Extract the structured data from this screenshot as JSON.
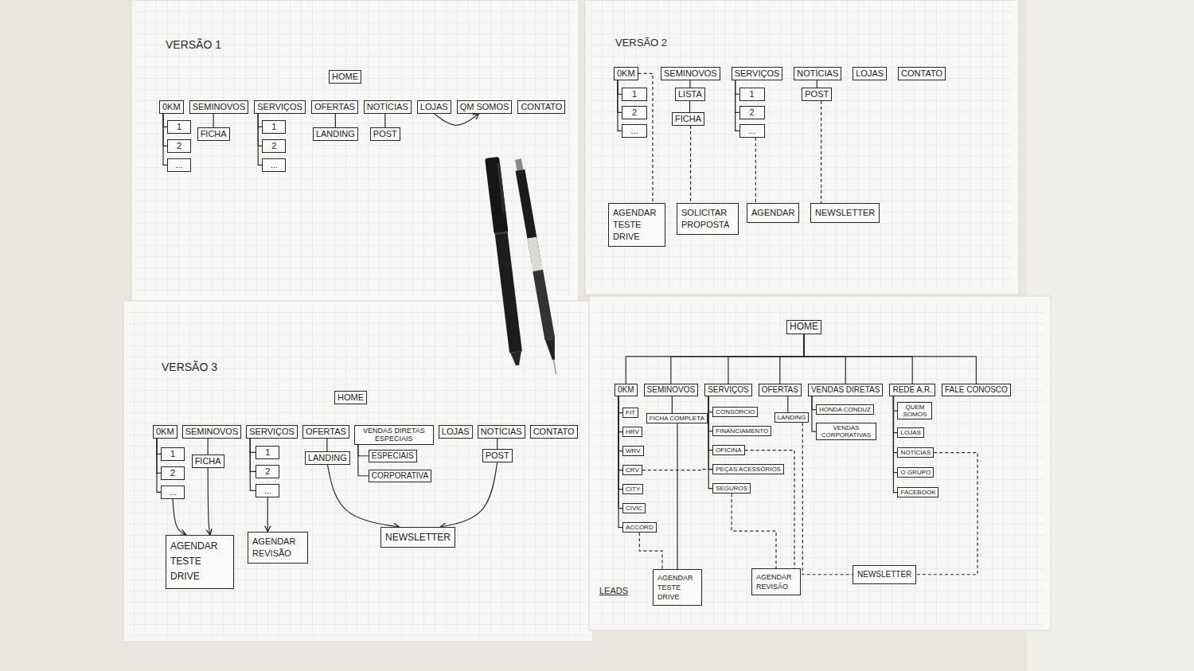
{
  "diagram": {
    "nodes": [
      {
        "text": [
          "HOME"
        ]
      },
      {
        "text": [
          "0KM"
        ]
      },
      {
        "text": [
          "SEMINOVOS"
        ]
      },
      {
        "text": [
          "SERVIÇOS"
        ]
      },
      {
        "text": [
          "OFERTAS"
        ]
      },
      {
        "text": [
          "NOTÍCIAS"
        ]
      },
      {
        "text": [
          "LOJAS"
        ]
      },
      {
        "text": [
          "QM SOMOS"
        ]
      },
      {
        "text": [
          "CONTATO"
        ]
      },
      {
        "text": [
          "1"
        ]
      },
      {
        "text": [
          "2"
        ]
      },
      {
        "text": [
          "..."
        ]
      },
      {
        "text": [
          "FICHA"
        ]
      },
      {
        "text": [
          "1"
        ]
      },
      {
        "text": [
          "2"
        ]
      },
      {
        "text": [
          "..."
        ]
      },
      {
        "text": [
          "LANDING"
        ]
      },
      {
        "text": [
          "POST"
        ]
      },
      {
        "text": [
          "0KM"
        ]
      },
      {
        "text": [
          "SEMINOVOS"
        ]
      },
      {
        "text": [
          "SERVIÇOS"
        ]
      },
      {
        "text": [
          "NOTÍCIAS"
        ]
      },
      {
        "text": [
          "LOJAS"
        ]
      },
      {
        "text": [
          "CONTATO"
        ]
      },
      {
        "text": [
          "1"
        ]
      },
      {
        "text": [
          "2"
        ]
      },
      {
        "text": [
          "..."
        ]
      },
      {
        "text": [
          "LISTA"
        ]
      },
      {
        "text": [
          "FICHA"
        ]
      },
      {
        "text": [
          "1"
        ]
      },
      {
        "text": [
          "2"
        ]
      },
      {
        "text": [
          "..."
        ]
      },
      {
        "text": [
          "POST"
        ]
      },
      {
        "text": [
          "AGENDAR TESTE DRIVE"
        ]
      },
      {
        "text": [
          "SOLICITAR PROPOSTA"
        ]
      },
      {
        "text": [
          "AGENDAR"
        ]
      },
      {
        "text": [
          "NEWSLETTER"
        ]
      },
      {
        "text": [
          "HOME"
        ]
      },
      {
        "text": [
          "0KM"
        ]
      },
      {
        "text": [
          "SEMINOVOS"
        ]
      },
      {
        "text": [
          "SERVIÇOS"
        ]
      },
      {
        "text": [
          "OFERTAS"
        ]
      },
      {
        "text": [
          "VENDAS DIRETAS ESPECIAIS"
        ]
      },
      {
        "text": [
          "LOJAS"
        ]
      },
      {
        "text": [
          "NOTÍCIAS"
        ]
      },
      {
        "text": [
          "CONTATO"
        ]
      },
      {
        "text": [
          "1"
        ]
      },
      {
        "text": [
          "2"
        ]
      },
      {
        "text": [
          "..."
        ]
      },
      {
        "text": [
          "FICHA"
        ]
      },
      {
        "text": [
          "1"
        ]
      },
      {
        "text": [
          "2"
        ]
      },
      {
        "text": [
          "..."
        ]
      },
      {
        "text": [
          "LANDING"
        ]
      },
      {
        "text": [
          "ESPECIAIS"
        ]
      },
      {
        "text": [
          "CORPORATIVA"
        ]
      },
      {
        "text": [
          "POST"
        ]
      },
      {
        "text": [
          "AGENDAR TESTE DRIVE"
        ]
      },
      {
        "text": [
          "AGENDAR REVISÃO"
        ]
      },
      {
        "text": [
          "NEWSLETTER"
        ]
      },
      {
        "text": [
          "HOME"
        ]
      },
      {
        "text": [
          "0KM"
        ]
      },
      {
        "text": [
          "SEMINOVOS"
        ]
      },
      {
        "text": [
          "SERVIÇOS"
        ]
      },
      {
        "text": [
          "OFERTAS"
        ]
      },
      {
        "text": [
          "VENDAS DIRETAS"
        ]
      },
      {
        "text": [
          "REDE A.R."
        ]
      },
      {
        "text": [
          "FALE CONOSCO"
        ]
      },
      {
        "text": [
          "FIT"
        ]
      },
      {
        "text": [
          "HRV"
        ]
      },
      {
        "text": [
          "WRV"
        ]
      },
      {
        "text": [
          "CRV"
        ]
      },
      {
        "text": [
          "CITY"
        ]
      },
      {
        "text": [
          "CIVIC"
        ]
      },
      {
        "text": [
          "ACCORD"
        ]
      },
      {
        "text": [
          "FICHA COMPLETA"
        ]
      },
      {
        "text": [
          "CONSÓRCIO"
        ]
      },
      {
        "text": [
          "FINANCIAMENTO"
        ]
      },
      {
        "text": [
          "OFICINA"
        ]
      },
      {
        "text": [
          "PEÇAS ACESSÓRIOS"
        ]
      },
      {
        "text": [
          "SEGUROS"
        ]
      },
      {
        "text": [
          "LANDING"
        ]
      },
      {
        "text": [
          "HONDA CONDUZ"
        ]
      },
      {
        "text": [
          "VENDAS CORPORATIVAS"
        ]
      },
      {
        "text": [
          "QUEM SOMOS"
        ]
      },
      {
        "text": [
          "LOJAS"
        ]
      },
      {
        "text": [
          "NOTÍCIAS"
        ]
      },
      {
        "text": [
          "O GRUPO"
        ]
      },
      {
        "text": [
          "FACEBOOK"
        ]
      },
      {
        "text": [
          "AGENDAR TESTE DRIVE"
        ]
      },
      {
        "text": [
          "AGENDAR REVISÃO"
        ]
      },
      {
        "text": [
          "NEWSLETTER"
        ]
      }
    ],
    "edges": [
      {
        "from": 1,
        "to": 9,
        "arrow": "none"
      },
      {
        "from": 1,
        "to": 10,
        "arrow": "none"
      },
      {
        "from": 1,
        "to": 11,
        "arrow": "none"
      },
      {
        "from": 2,
        "to": 12,
        "arrow": "none"
      },
      {
        "from": 3,
        "to": 13,
        "arrow": "none"
      },
      {
        "from": 3,
        "to": 14,
        "arrow": "none"
      },
      {
        "from": 3,
        "to": 15,
        "arrow": "none"
      },
      {
        "from": 4,
        "to": 16,
        "arrow": "none"
      },
      {
        "from": 5,
        "to": 17,
        "arrow": "none"
      },
      {
        "from": 6,
        "to": 7,
        "arrow": "to"
      },
      {
        "from": 18,
        "to": 24,
        "arrow": "none"
      },
      {
        "from": 18,
        "to": 25,
        "arrow": "none"
      },
      {
        "from": 18,
        "to": 26,
        "arrow": "none"
      },
      {
        "from": 19,
        "to": 27,
        "arrow": "none"
      },
      {
        "from": 27,
        "to": 28,
        "arrow": "none"
      },
      {
        "from": 20,
        "to": 29,
        "arrow": "none"
      },
      {
        "from": 20,
        "to": 30,
        "arrow": "none"
      },
      {
        "from": 20,
        "to": 31,
        "arrow": "none"
      },
      {
        "from": 21,
        "to": 32,
        "arrow": "none"
      },
      {
        "from": 18,
        "to": 33,
        "arrow": "none"
      },
      {
        "from": 28,
        "to": 34,
        "arrow": "none"
      },
      {
        "from": 31,
        "to": 35,
        "arrow": "none"
      },
      {
        "from": 32,
        "to": 36,
        "arrow": "none"
      },
      {
        "from": 38,
        "to": 46,
        "arrow": "none"
      },
      {
        "from": 38,
        "to": 47,
        "arrow": "none"
      },
      {
        "from": 38,
        "to": 48,
        "arrow": "none"
      },
      {
        "from": 39,
        "to": 49,
        "arrow": "none"
      },
      {
        "from": 40,
        "to": 50,
        "arrow": "none"
      },
      {
        "from": 40,
        "to": 51,
        "arrow": "none"
      },
      {
        "from": 40,
        "to": 52,
        "arrow": "none"
      },
      {
        "from": 41,
        "to": 53,
        "arrow": "none"
      },
      {
        "from": 42,
        "to": 54,
        "arrow": "none"
      },
      {
        "from": 42,
        "to": 55,
        "arrow": "none"
      },
      {
        "from": 44,
        "to": 56,
        "arrow": "none"
      },
      {
        "from": 48,
        "to": 57,
        "arrow": "to"
      },
      {
        "from": 49,
        "to": 57,
        "arrow": "to"
      },
      {
        "from": 52,
        "to": 58,
        "arrow": "to"
      },
      {
        "from": 53,
        "to": 59,
        "arrow": "to"
      },
      {
        "from": 56,
        "to": 59,
        "arrow": "to"
      },
      {
        "from": 60,
        "to": 61,
        "arrow": "none"
      },
      {
        "from": 60,
        "to": 62,
        "arrow": "none"
      },
      {
        "from": 60,
        "to": 63,
        "arrow": "none"
      },
      {
        "from": 60,
        "to": 64,
        "arrow": "none"
      },
      {
        "from": 60,
        "to": 65,
        "arrow": "none"
      },
      {
        "from": 60,
        "to": 66,
        "arrow": "none"
      },
      {
        "from": 60,
        "to": 67,
        "arrow": "none"
      },
      {
        "from": 61,
        "to": 68,
        "arrow": "none"
      },
      {
        "from": 61,
        "to": 69,
        "arrow": "none"
      },
      {
        "from": 61,
        "to": 70,
        "arrow": "none"
      },
      {
        "from": 61,
        "to": 71,
        "arrow": "none"
      },
      {
        "from": 61,
        "to": 72,
        "arrow": "none"
      },
      {
        "from": 61,
        "to": 73,
        "arrow": "none"
      },
      {
        "from": 61,
        "to": 74,
        "arrow": "none"
      },
      {
        "from": 62,
        "to": 75,
        "arrow": "none"
      },
      {
        "from": 63,
        "to": 76,
        "arrow": "none"
      },
      {
        "from": 63,
        "to": 77,
        "arrow": "none"
      },
      {
        "from": 63,
        "to": 78,
        "arrow": "none"
      },
      {
        "from": 63,
        "to": 79,
        "arrow": "none"
      },
      {
        "from": 63,
        "to": 80,
        "arrow": "none"
      },
      {
        "from": 64,
        "to": 81,
        "arrow": "none"
      },
      {
        "from": 65,
        "to": 82,
        "arrow": "none"
      },
      {
        "from": 65,
        "to": 83,
        "arrow": "none"
      },
      {
        "from": 66,
        "to": 84,
        "arrow": "none"
      },
      {
        "from": 66,
        "to": 85,
        "arrow": "none"
      },
      {
        "from": 66,
        "to": 86,
        "arrow": "none"
      },
      {
        "from": 66,
        "to": 87,
        "arrow": "none"
      },
      {
        "from": 66,
        "to": 88,
        "arrow": "none"
      },
      {
        "from": 74,
        "to": 89,
        "arrow": "none"
      },
      {
        "from": 75,
        "to": 89,
        "arrow": "none"
      },
      {
        "from": 71,
        "to": 79,
        "arrow": "none"
      },
      {
        "from": 78,
        "to": 90,
        "arrow": "none"
      },
      {
        "from": 80,
        "to": 90,
        "arrow": "none"
      },
      {
        "from": 81,
        "to": 91,
        "arrow": "none"
      },
      {
        "from": 86,
        "to": 91,
        "arrow": "none"
      }
    ],
    "labels": [
      "VERSÃO 1",
      "VERSÃO 2",
      "VERSÃO 3",
      "LEADS"
    ]
  }
}
